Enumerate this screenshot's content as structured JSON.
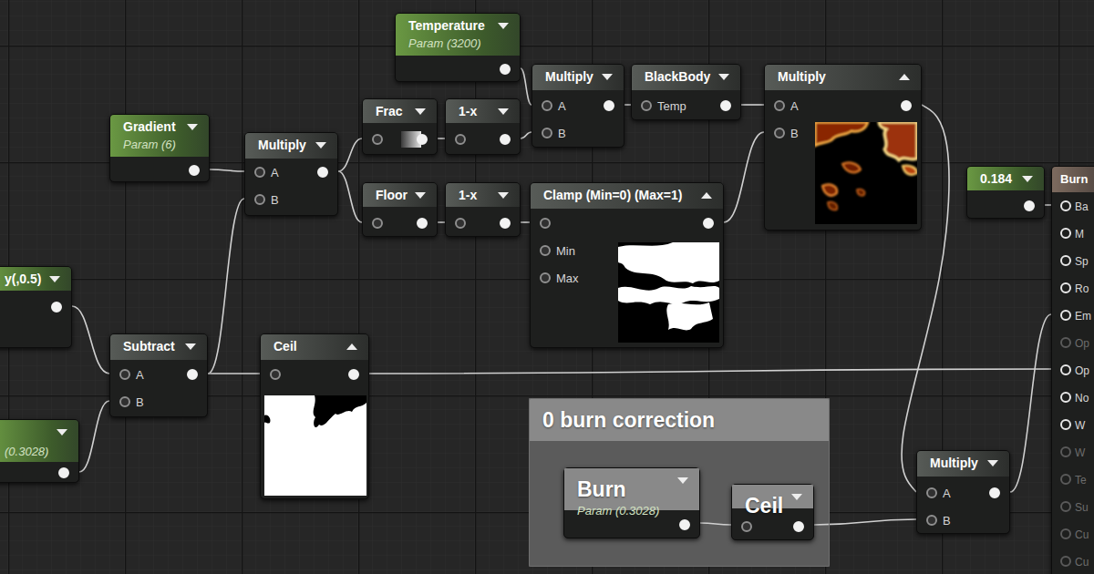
{
  "diagram": {
    "nodes": [
      {
        "text": [
          "Temperature",
          "Param (3200)"
        ]
      },
      {
        "text": [
          "Multiply",
          "A",
          "B"
        ]
      },
      {
        "text": [
          "BlackBody",
          "Temp"
        ]
      },
      {
        "text": [
          "Multiply",
          "A",
          "B"
        ]
      },
      {
        "text": [
          "Frac"
        ]
      },
      {
        "text": [
          "1-x"
        ]
      },
      {
        "text": [
          "Gradient",
          "Param (6)"
        ]
      },
      {
        "text": [
          "Multiply",
          "A",
          "B"
        ]
      },
      {
        "text": [
          "0.184"
        ]
      },
      {
        "text": [
          "Burn",
          "Ba",
          "M",
          "Sp",
          "Ro",
          "Em",
          "Op",
          "Op",
          "No",
          "W",
          "W",
          "Te",
          "Su",
          "Cu",
          "Cu"
        ]
      },
      {
        "text": [
          "Floor"
        ]
      },
      {
        "text": [
          "1-x"
        ]
      },
      {
        "text": [
          "Clamp (Min=0) (Max=1)",
          "Min",
          "Max"
        ]
      },
      {
        "text": [
          "y(,0.5)"
        ]
      },
      {
        "text": [
          "Subtract",
          "A",
          "B"
        ]
      },
      {
        "text": [
          "Ceil"
        ]
      },
      {
        "text": [
          "0 burn correction"
        ]
      },
      {
        "text": [
          "Burn",
          "Param (0.3028)"
        ],
        "in": 16
      },
      {
        "text": [
          "Ceil"
        ],
        "in": 16
      },
      {
        "text": [
          "(0.3028)"
        ]
      },
      {
        "text": [
          "Multiply",
          "A",
          "B"
        ]
      }
    ],
    "edges": [
      {
        "from": 0,
        "to": 1,
        "arrow": "none"
      },
      {
        "from": 5,
        "to": 1,
        "arrow": "none"
      },
      {
        "from": 1,
        "to": 2,
        "arrow": "none"
      },
      {
        "from": 2,
        "to": 3,
        "arrow": "none"
      },
      {
        "from": 12,
        "to": 3,
        "arrow": "none"
      },
      {
        "from": 3,
        "to": 20,
        "arrow": "none"
      },
      {
        "from": 17,
        "to": 18,
        "arrow": "none"
      },
      {
        "from": 18,
        "to": 20,
        "arrow": "none"
      },
      {
        "from": 20,
        "to": 9,
        "arrow": "none"
      },
      {
        "from": 6,
        "to": 7,
        "arrow": "none"
      },
      {
        "from": 14,
        "to": 7,
        "arrow": "none"
      },
      {
        "from": 7,
        "to": 4,
        "arrow": "none"
      },
      {
        "from": 7,
        "to": 10,
        "arrow": "none"
      },
      {
        "from": 4,
        "to": 5,
        "arrow": "none"
      },
      {
        "from": 10,
        "to": 11,
        "arrow": "none"
      },
      {
        "from": 11,
        "to": 12,
        "arrow": "none"
      },
      {
        "from": 13,
        "to": 14,
        "arrow": "none"
      },
      {
        "from": 19,
        "to": 14,
        "arrow": "none"
      },
      {
        "from": 14,
        "to": 15,
        "arrow": "none"
      },
      {
        "from": 15,
        "to": 9,
        "arrow": "none"
      },
      {
        "from": 8,
        "to": 9,
        "arrow": "none"
      }
    ]
  }
}
